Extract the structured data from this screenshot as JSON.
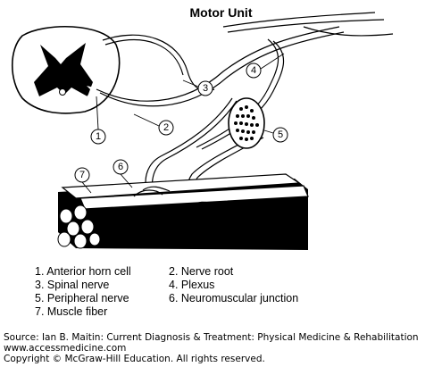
{
  "title": "Motor Unit",
  "markers": [
    "1",
    "2",
    "3",
    "4",
    "5",
    "6",
    "7"
  ],
  "legend": [
    {
      "number": "1",
      "text": "1. Anterior horn cell"
    },
    {
      "number": "2",
      "text": "2. Nerve root"
    },
    {
      "number": "3",
      "text": "3. Spinal nerve"
    },
    {
      "number": "4",
      "text": "4. Plexus"
    },
    {
      "number": "5",
      "text": "5. Peripheral nerve"
    },
    {
      "number": "6",
      "text": "6. Neuromuscular junction"
    },
    {
      "number": "7",
      "text": "7. Muscle fiber"
    }
  ],
  "source": {
    "line1": "Source: Ian B. Maitin: Current Diagnosis & Treatment: Physical Medicine & Rehabilitation",
    "line2": "www.accessmedicine.com",
    "line3": "Copyright © McGraw-Hill Education. All rights reserved."
  },
  "colors": {
    "ink": "#000000",
    "paper": "#ffffff",
    "text": "#222222"
  }
}
